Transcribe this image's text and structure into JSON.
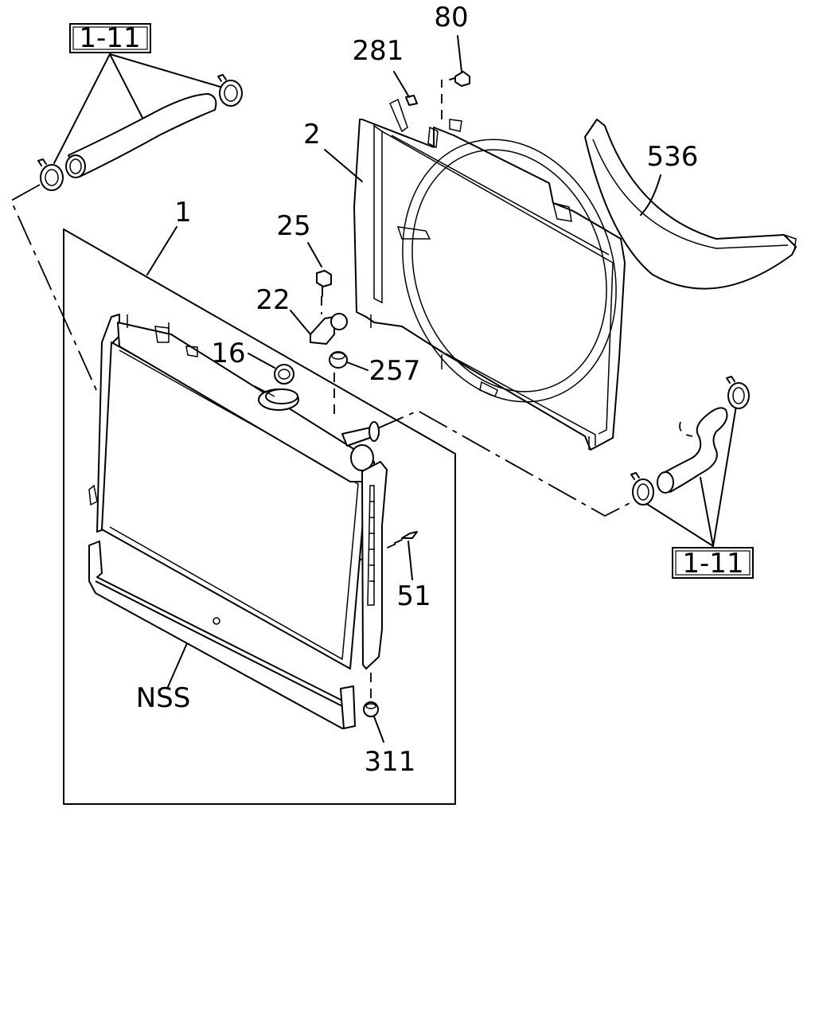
{
  "diagram": {
    "refs": {
      "top_left": "1-11",
      "bottom_right": "1-11"
    },
    "callouts": {
      "c80": "80",
      "c281": "281",
      "c2": "2",
      "c536": "536",
      "c1": "1",
      "c25": "25",
      "c22": "22",
      "c16": "16",
      "c257": "257",
      "c51": "51",
      "cNSS": "NSS",
      "c311": "311"
    }
  }
}
